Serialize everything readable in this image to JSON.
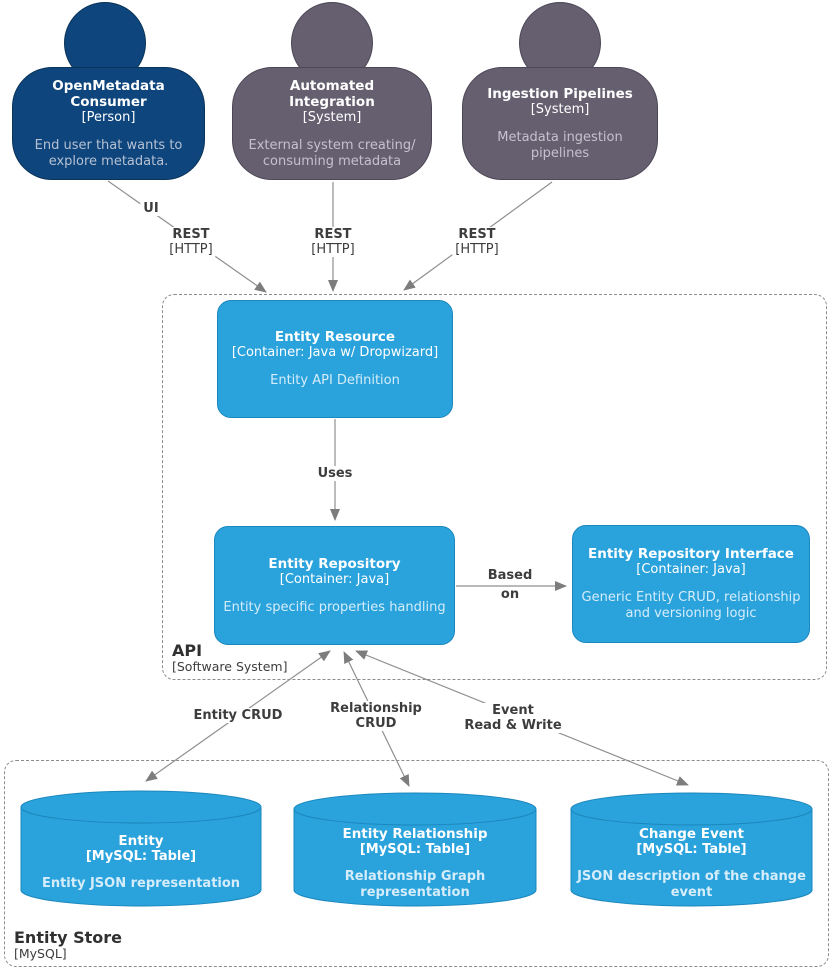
{
  "diagram": {
    "colors": {
      "person": "#0E457D",
      "person_border": "#0A3358",
      "external": "#655F70",
      "external_border": "#4C4757",
      "container": "#2AA2DC",
      "container_border": "#1B87BD",
      "desc_person": "#B5C0D2",
      "desc_external": "#C5C1CD",
      "desc_container": "#D5EDFA",
      "line": "#8F8F8F",
      "arrow": "#7D7D7D",
      "label": "#3D3D3D",
      "boundary": "#8C8C8C",
      "boundary_text": "#303030"
    },
    "actors": {
      "consumer": {
        "title": "OpenMetadata Consumer",
        "type": "[Person]",
        "desc": "End user that wants to explore metadata."
      },
      "automated": {
        "title": "Automated Integration",
        "type": "[System]",
        "desc": "External system creating/ consuming metadata"
      },
      "pipelines": {
        "title": "Ingestion Pipelines",
        "type": "[System]",
        "desc": "Metadata ingestion pipelines"
      }
    },
    "containers": {
      "entity_resource": {
        "title": "Entity Resource",
        "type": "[Container: Java w/ Dropwizard]",
        "desc": "Entity API Definition"
      },
      "entity_repository": {
        "title": "Entity Repository",
        "type": "[Container: Java]",
        "desc": "Entity specific properties handling"
      },
      "entity_repository_interface": {
        "title": "Entity Repository Interface",
        "type": "[Container: Java]",
        "desc": "Generic Entity CRUD, relationship and versioning logic"
      }
    },
    "tables": {
      "entity": {
        "title": "Entity",
        "type": "[MySQL: Table]",
        "desc": "Entity JSON representation"
      },
      "entity_relationship": {
        "title": "Entity Relationship",
        "type": "[MySQL: Table]",
        "desc": "Relationship Graph representation"
      },
      "change_event": {
        "title": "Change Event",
        "type": "[MySQL: Table]",
        "desc": "JSON description of the change event"
      }
    },
    "boundaries": {
      "api": {
        "title": "API",
        "subtitle": "[Software System]"
      },
      "store": {
        "title": "Entity Store",
        "subtitle": "[MySQL]"
      }
    },
    "edges": {
      "ui": "UI",
      "rest": "REST",
      "http": "[HTTP]",
      "uses": "Uses",
      "based": "Based",
      "on": "on",
      "entity_crud": "Entity CRUD",
      "relationship": "Relationship",
      "crud": "CRUD",
      "event": "Event",
      "read_write": "Read & Write"
    }
  }
}
